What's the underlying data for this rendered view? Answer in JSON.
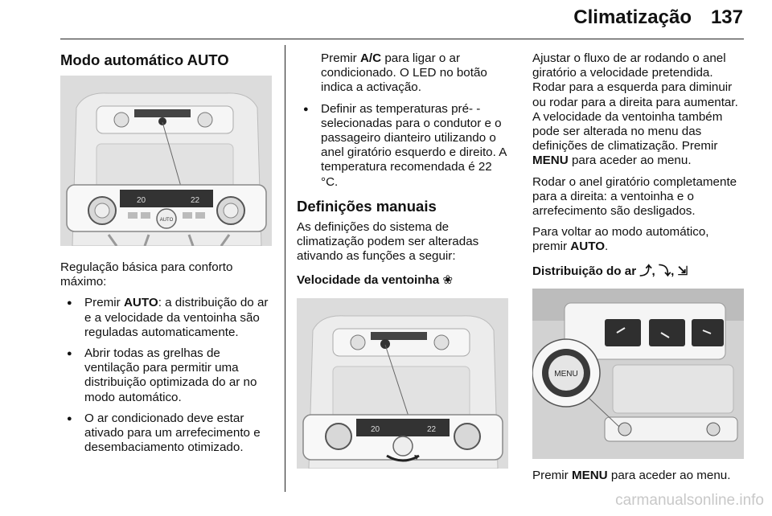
{
  "header": {
    "title": "Climatização",
    "page": "137"
  },
  "col1": {
    "heading": "Modo automático AUTO",
    "intro": "Regulação básica para conforto máximo:",
    "bullets": [
      {
        "pre": "Premir ",
        "bold": "AUTO",
        "post": ": a distribuição do ar e a velocidade da ventoinha são reguladas automaticamente."
      },
      {
        "text": "Abrir todas as grelhas de ventilação para permitir uma distribuição optimizada do ar no modo automático."
      },
      {
        "text": "O ar condicionado deve estar ativado para um arrefecimento e desembaciamento otimizado."
      }
    ]
  },
  "fig1": {
    "temp_left": "20",
    "temp_right": "22",
    "auto_label": "AUTO"
  },
  "col2": {
    "cont_pre": "Premir ",
    "cont_bold": "A/C",
    "cont_post": " para ligar o ar condicionado. O LED no botão indica a activação.",
    "bullet": "Definir as temperaturas pré- -selecionadas para o condutor e o passageiro dianteiro utilizando o anel giratório esquerdo e direito. A temperatura recomendada é 22 °C.",
    "section": "Definições manuais",
    "section_intro": "As definições do sistema de climatização podem ser alteradas ativando as funções a seguir:",
    "fan_heading": "Velocidade da ventoinha",
    "fan_glyph": "❀"
  },
  "fig2": {
    "temp_left": "20",
    "temp_right": "22"
  },
  "col3": {
    "p1": "Ajustar o fluxo de ar rodando o anel giratório a velocidade pretendida. Rodar para a esquerda para diminuir ou rodar para a direita para aumentar. A velocidade da ventoinha também pode ser alterada no menu das definições de climatização. Premir",
    "p1_bold": "MENU",
    "p1_end": " para aceder ao menu.",
    "p2": "Rodar o anel giratório completamente para a direita: a ventoinha e o arrefecimento são desligados.",
    "p3_pre": "Para voltar ao modo automático, premir ",
    "p3_bold": "AUTO",
    "p3_end": ".",
    "dist_heading": "Distribuição do ar",
    "dist_glyphs": "⤴, ⤵, ⇲",
    "footer_pre": "Premir ",
    "footer_bold": "MENU",
    "footer_post": " para aceder ao menu."
  },
  "fig3": {
    "menu_label": "MENU"
  },
  "watermark": "carmanualsonline.info"
}
